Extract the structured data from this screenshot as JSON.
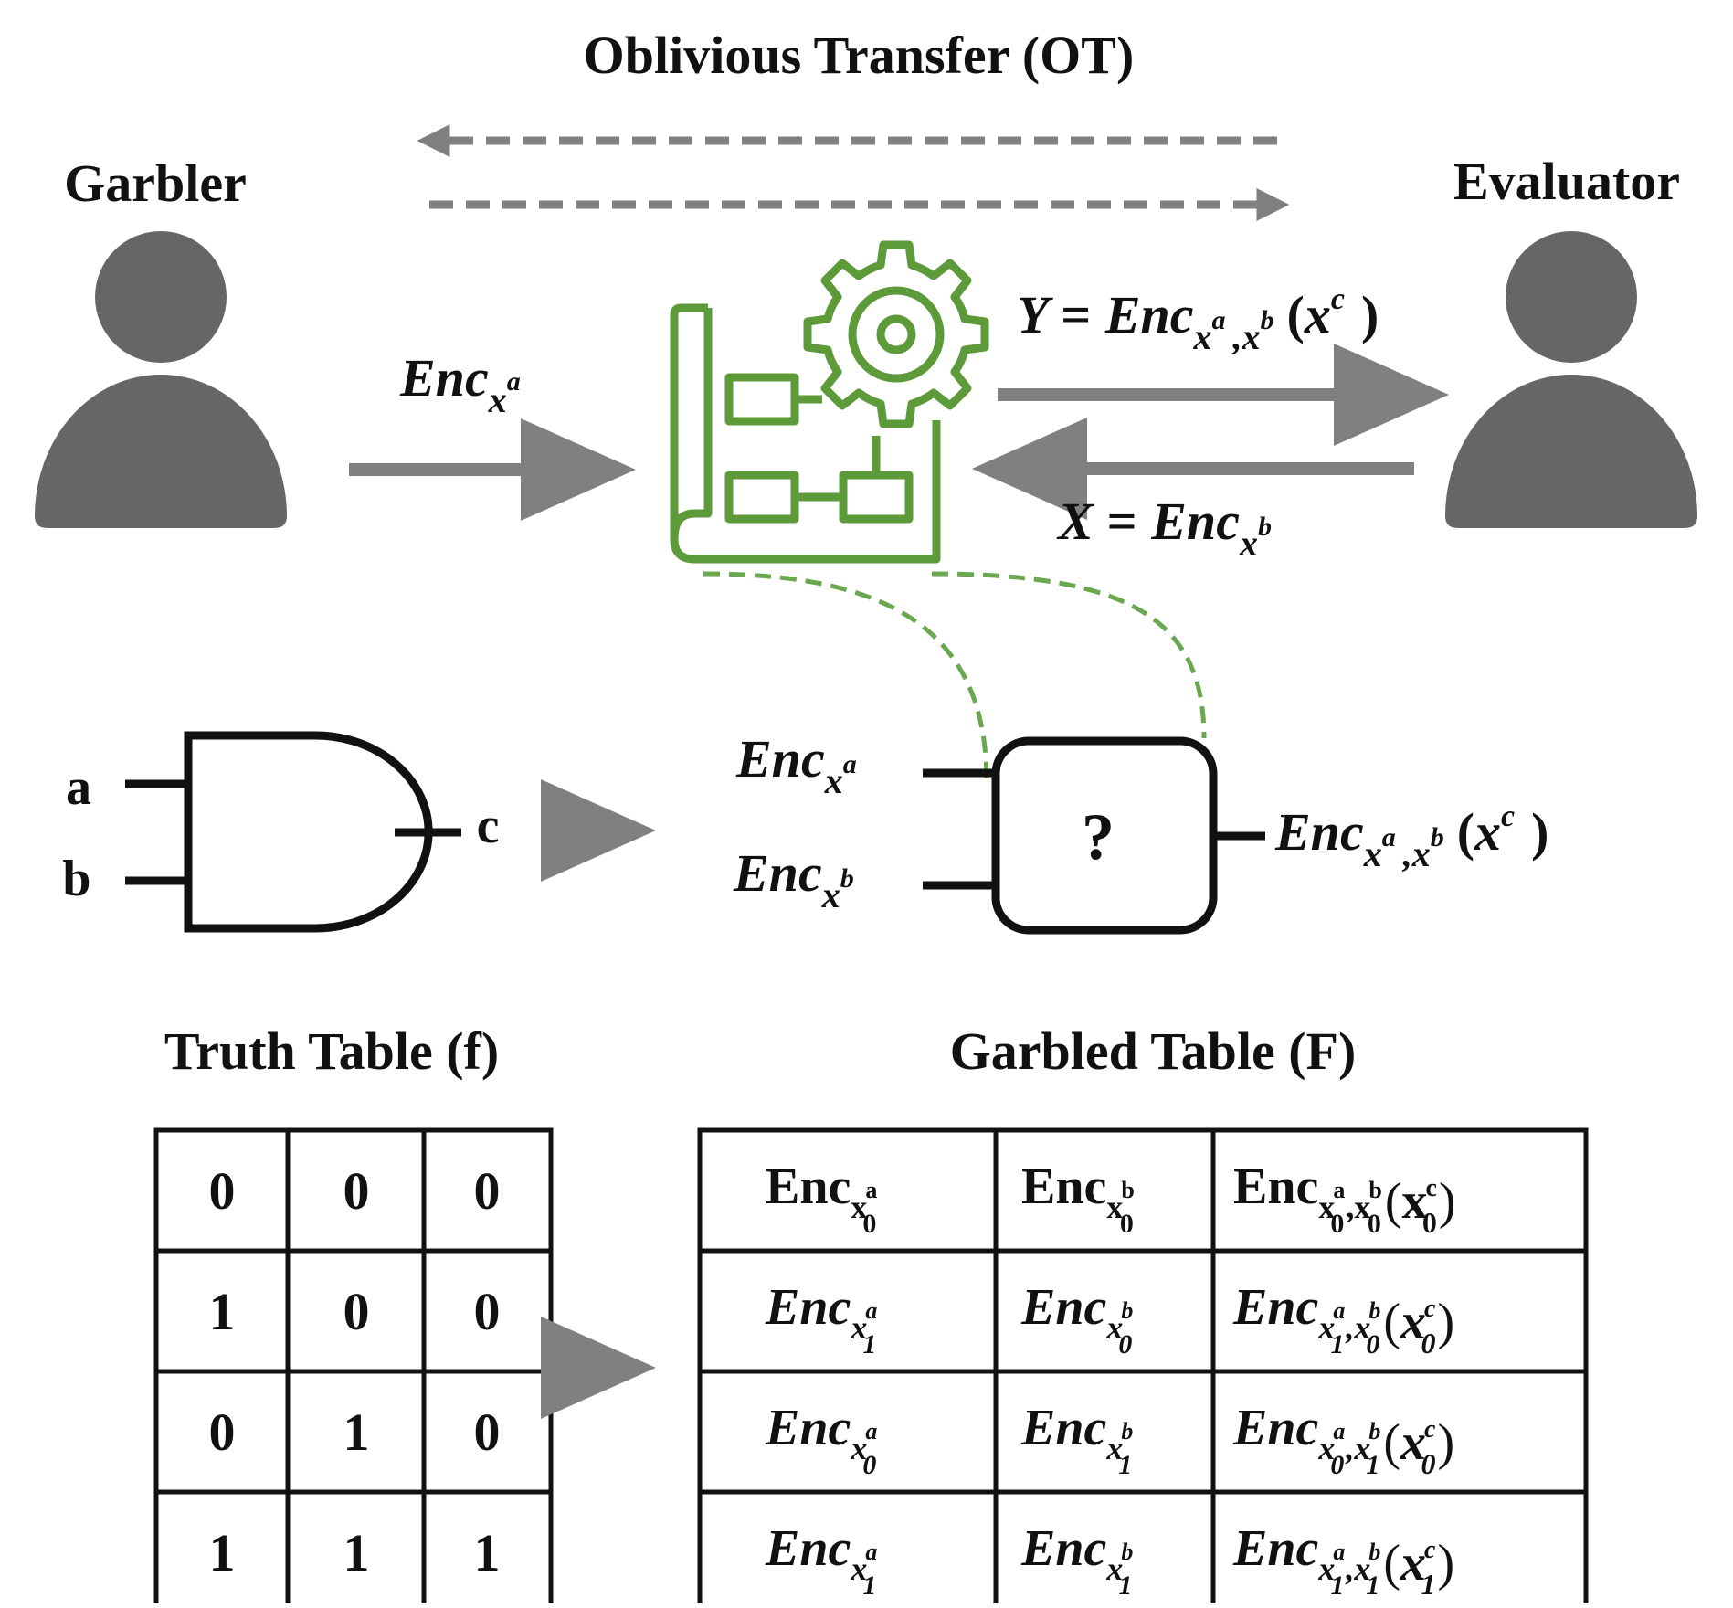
{
  "ot": {
    "title": "Oblivious Transfer (OT)"
  },
  "parties": {
    "garbler": "Garbler",
    "evaluator": "Evaluator"
  },
  "messages": {
    "enc_prefix": "Enc",
    "sym_x": "x",
    "sup_a": "a",
    "sup_b": "b",
    "sup_c": "c",
    "comma": ",",
    "paren_open": "(",
    "paren_close": ")",
    "y_prefix": "Y =",
    "x_prefix": "X ="
  },
  "gate": {
    "input_a": "a",
    "input_b": "b",
    "output_c": "c",
    "unknown": "?"
  },
  "truth_table": {
    "title": "Truth Table (f)",
    "rows": [
      [
        "0",
        "0",
        "0"
      ],
      [
        "1",
        "0",
        "0"
      ],
      [
        "0",
        "1",
        "0"
      ],
      [
        "1",
        "1",
        "1"
      ]
    ]
  },
  "garbled_table": {
    "title": "Garbled Table (F)",
    "enc": "Enc",
    "x": "x",
    "a": "a",
    "b": "b",
    "c": "c",
    "rows": [
      {
        "ia": "0",
        "ib": "0",
        "ic": "0"
      },
      {
        "ia": "1",
        "ib": "0",
        "ic": "0"
      },
      {
        "ia": "0",
        "ib": "1",
        "ic": "0"
      },
      {
        "ia": "1",
        "ib": "1",
        "ic": "1"
      }
    ]
  },
  "colors": {
    "person": "#666666",
    "arrow": "#808080",
    "green": "#5c9a3a",
    "ink": "#111111"
  },
  "icons": [
    "person-icon",
    "circuit-blueprint-gear-icon",
    "and-gate-icon",
    "garbled-gate-icon"
  ]
}
